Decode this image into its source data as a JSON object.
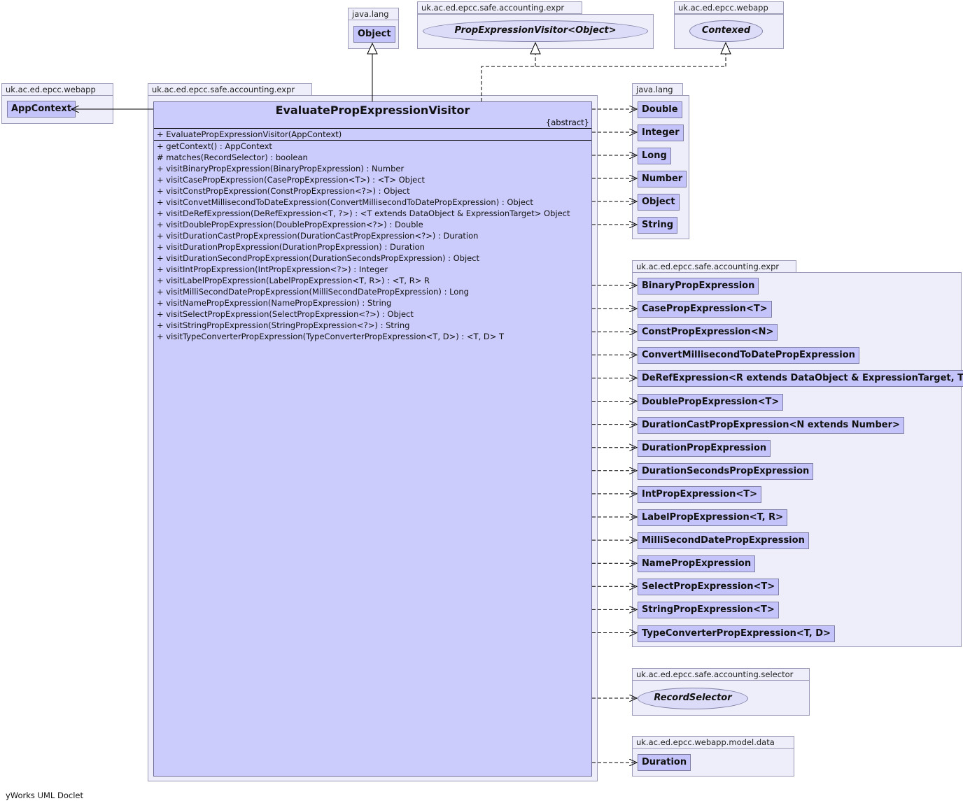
{
  "packages": {
    "java_lang_top": {
      "name": "java.lang",
      "classes": [
        "Object"
      ]
    },
    "expr_top": {
      "name": "uk.ac.ed.epcc.safe.accounting.expr",
      "interface": "PropExpressionVisitor<Object>"
    },
    "webapp_top": {
      "name": "uk.ac.ed.epcc.webapp",
      "interface": "Contexed"
    },
    "webapp_left": {
      "name": "uk.ac.ed.epcc.webapp",
      "classes": [
        "AppContext"
      ]
    },
    "main": {
      "name": "uk.ac.ed.epcc.safe.accounting.expr"
    },
    "java_lang_right": {
      "name": "java.lang",
      "classes": [
        "Double",
        "Integer",
        "Long",
        "Number",
        "Object",
        "String"
      ]
    },
    "expr_right": {
      "name": "uk.ac.ed.epcc.safe.accounting.expr",
      "classes": [
        "BinaryPropExpression",
        "CasePropExpression<T>",
        "ConstPropExpression<N>",
        "ConvertMillisecondToDatePropExpression",
        "DeRefExpression<R extends DataObject & ExpressionTarget, T>",
        "DoublePropExpression<T>",
        "DurationCastPropExpression<N extends Number>",
        "DurationPropExpression",
        "DurationSecondsPropExpression",
        "IntPropExpression<T>",
        "LabelPropExpression<T, R>",
        "MilliSecondDatePropExpression",
        "NamePropExpression",
        "SelectPropExpression<T>",
        "StringPropExpression<T>",
        "TypeConverterPropExpression<T, D>"
      ]
    },
    "selector": {
      "name": "uk.ac.ed.epcc.safe.accounting.selector",
      "interface": "RecordSelector"
    },
    "model_data": {
      "name": "uk.ac.ed.epcc.webapp.model.data",
      "classes": [
        "Duration"
      ]
    }
  },
  "main_class": {
    "name": "EvaluatePropExpressionVisitor",
    "modifier": "{abstract}",
    "constructor": "+  EvaluatePropExpressionVisitor(AppContext)",
    "methods": [
      "+  getContext() : AppContext",
      "#  matches(RecordSelector) : boolean",
      "+  visitBinaryPropExpression(BinaryPropExpression) : Number",
      "+  visitCasePropExpression(CasePropExpression<T>) :  <T> Object",
      "+  visitConstPropExpression(ConstPropExpression<?>) : Object",
      "+  visitConvetMillisecondToDateExpression(ConvertMillisecondToDatePropExpression) : Object",
      "+  visitDeRefExpression(DeRefExpression<T, ?>) :  <T extends DataObject & ExpressionTarget> Object",
      "+  visitDoublePropExpression(DoublePropExpression<?>) : Double",
      "+  visitDurationCastPropExpression(DurationCastPropExpression<?>) : Duration",
      "+  visitDurationPropExpression(DurationPropExpression) : Duration",
      "+  visitDurationSecondPropExpression(DurationSecondsPropExpression) : Object",
      "+  visitIntPropExpression(IntPropExpression<?>) : Integer",
      "+  visitLabelPropExpression(LabelPropExpression<T, R>) :  <T, R> R",
      "+  visitMilliSecondDatePropExpression(MilliSecondDatePropExpression) : Long",
      "+  visitNamePropExpression(NamePropExpression) : String",
      "+  visitSelectPropExpression(SelectPropExpression<?>) : Object",
      "+  visitStringPropExpression(StringPropExpression<?>) : String",
      "+  visitTypeConverterPropExpression(TypeConverterPropExpression<T, D>) :  <T, D> T"
    ]
  },
  "footer": "yWorks UML Doclet"
}
